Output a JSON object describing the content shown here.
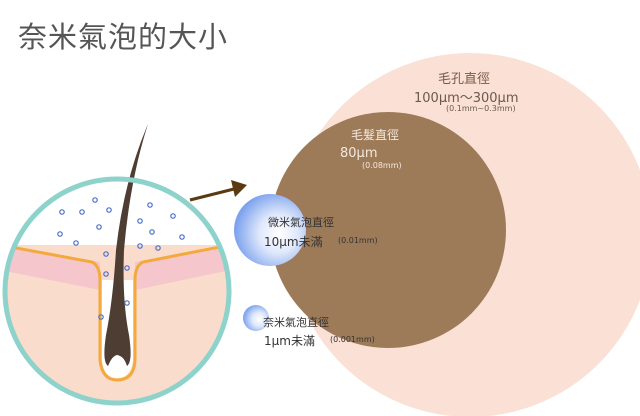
{
  "title": "奈米氣泡的大小",
  "pore": {
    "label": "毛孔直徑",
    "size": "100μm～300μm",
    "mm": "(0.1mm~0.3mm)"
  },
  "hair": {
    "label": "毛髮直徑",
    "size": "80μm",
    "mm": "(0.08mm)"
  },
  "micro_bubble": {
    "label": "微米氣泡直徑",
    "size": "10μm未滿",
    "mm": "(0.01mm)"
  },
  "nano_bubble": {
    "label": "奈米氣泡直徑",
    "size": "1μm未滿",
    "mm": "(0.001mm)"
  },
  "colors": {
    "pore": "#fbe0d6",
    "hair": "#9e7b58",
    "bubble": "#8fb1f2",
    "frame": "#8ed2cc",
    "follicle": "#f3a93c",
    "skin": "#fadccd",
    "arrow": "#5a3a12"
  }
}
